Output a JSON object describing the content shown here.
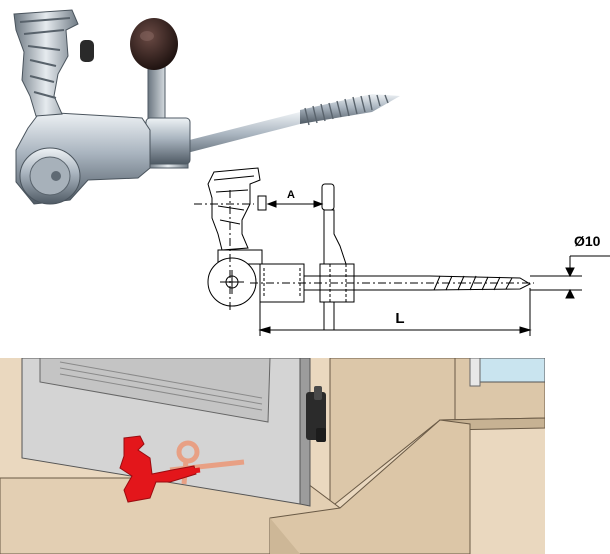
{
  "dimension_labels": {
    "a": "A",
    "l": "L",
    "diameter": "Ø10"
  },
  "colors": {
    "zinc": "#b9c3cc",
    "zinc_dark": "#5f6a74",
    "knob": "#2a1a18",
    "wall": "#ead8bf",
    "shutter": "#d9d9d9",
    "catch_red": "#e3161b",
    "catch_ghost": "#e8a084",
    "hinge_black": "#2b2b2b"
  }
}
